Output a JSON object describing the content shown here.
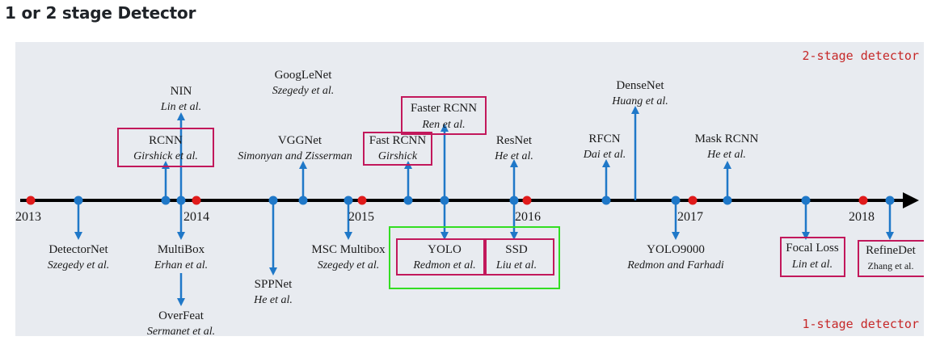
{
  "heading": "1 or 2 stage Detector",
  "colors": {
    "background": "#e8ebf0",
    "axis": "#000000",
    "arrow": "#1f78c8",
    "year_dot": "#e01b1b",
    "box_magenta": "#c2185b",
    "box_green": "#33dd22",
    "stage_label": "#c62828"
  },
  "stage_labels": {
    "two_stage": "2-stage detector",
    "one_stage": "1-stage detector"
  },
  "years": [
    "2013",
    "2014",
    "2015",
    "2016",
    "2017",
    "2018"
  ],
  "two_stage": [
    {
      "name": "RCNN",
      "authors": "Girshick et al."
    },
    {
      "name": "NIN",
      "authors": "Lin et al."
    },
    {
      "name": "GoogLeNet",
      "authors": "Szegedy et al."
    },
    {
      "name": "VGGNet",
      "authors": "Simonyan and Zisserman"
    },
    {
      "name": "Fast RCNN",
      "authors": "Girshick"
    },
    {
      "name": "Faster RCNN",
      "authors": "Ren et al."
    },
    {
      "name": "ResNet",
      "authors": "He et al."
    },
    {
      "name": "RFCN",
      "authors": "Dai et al."
    },
    {
      "name": "DenseNet",
      "authors": "Huang et al."
    },
    {
      "name": "Mask RCNN",
      "authors": "He et al."
    }
  ],
  "one_stage": [
    {
      "name": "DetectorNet",
      "authors": "Szegedy et al."
    },
    {
      "name": "MultiBox",
      "authors": "Erhan et al."
    },
    {
      "name": "OverFeat",
      "authors": "Sermanet et al."
    },
    {
      "name": "SPPNet",
      "authors": "He et al."
    },
    {
      "name": "MSC Multibox",
      "authors": "Szegedy et al."
    },
    {
      "name": "YOLO",
      "authors": "Redmon et al."
    },
    {
      "name": "SSD",
      "authors": "Liu et al."
    },
    {
      "name": "YOLO9000",
      "authors": "Redmon and Farhadi"
    },
    {
      "name": "Focal Loss",
      "authors": "Lin et al."
    },
    {
      "name": "RefineDet",
      "authors": "Zhang et al."
    }
  ]
}
